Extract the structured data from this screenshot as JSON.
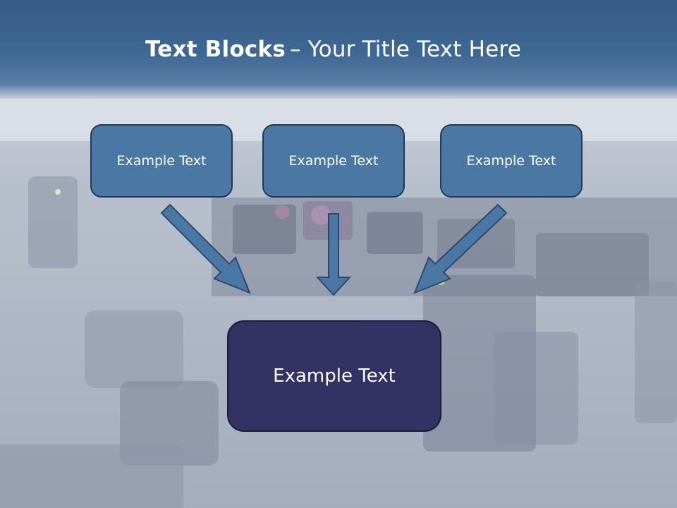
{
  "slide": {
    "title_bold": "Text Blocks",
    "title_separator": "–",
    "title_rest": "Your Title Text Here",
    "boxes": [
      {
        "label": "Example Text"
      },
      {
        "label": "Example Text"
      },
      {
        "label": "Example Text"
      }
    ],
    "main_box": {
      "label": "Example Text"
    }
  },
  "colors": {
    "header": "#3f6894",
    "box_fill": "#4a77a4",
    "box_border": "#233a56",
    "main_box_fill": "#343264",
    "arrow_fill": "#4a77a4",
    "text": "#ffffff"
  },
  "background_image": "cockpit-photo"
}
